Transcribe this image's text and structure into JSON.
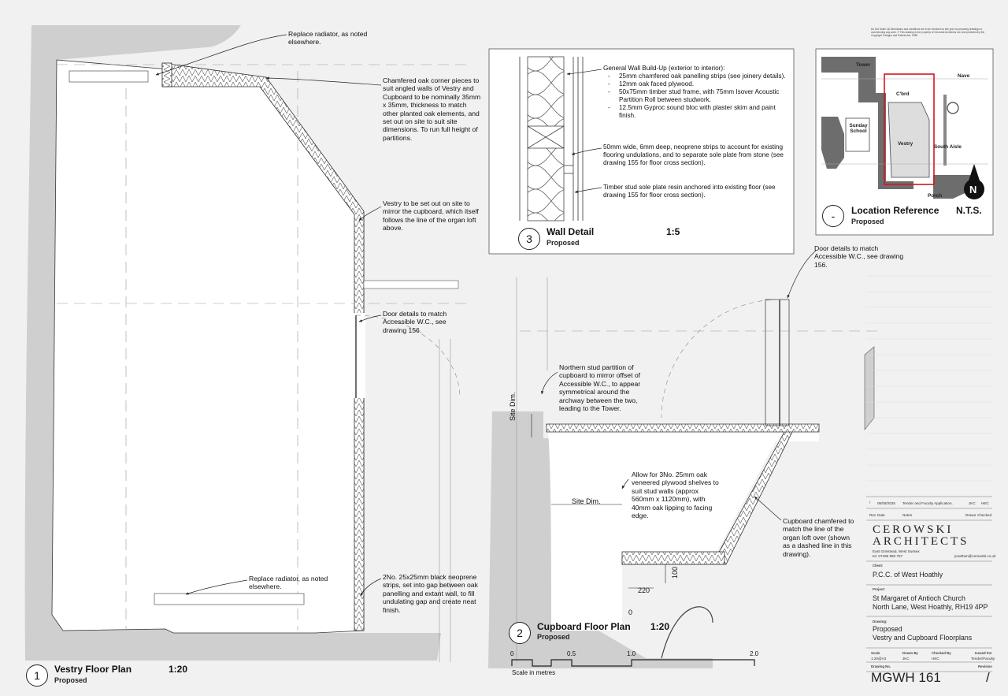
{
  "sheet_note": "Do Not Scale. All dimensions and conditions are to be checked on site prior to preparing drawings or commencing any work. © This drawing is the property of Cerowski Architects Ltd. and protected by the Copyright, Designs and Patents Act, 1988",
  "views": {
    "vestry": {
      "number": "1",
      "title": "Vestry Floor Plan",
      "scale": "1:20",
      "status": "Proposed"
    },
    "cupboard": {
      "number": "2",
      "title": "Cupboard Floor Plan",
      "scale": "1:20",
      "status": "Proposed"
    },
    "wall": {
      "number": "3",
      "title": "Wall Detail",
      "scale": "1:5",
      "status": "Proposed"
    },
    "location": {
      "number": "-",
      "title": "Location Reference",
      "scale": "N.T.S.",
      "status": "Proposed"
    }
  },
  "notes": {
    "radiator_top": "Replace radiator, as noted elsewhere.",
    "chamfered": "Chamfered oak corner pieces to suit angled walls of Vestry and Cupboard to be nominally 35mm x 35mm, thickness to match other planted oak elements, and set out on site to suit site dimensions.  To run full height of partitions.",
    "vestry_setout": "Vestry to be set out on site to mirror the cupboard, which itself follows the line of the organ loft above.",
    "door_left": "Door details to match Accessible W.C., see drawing 156.",
    "radiator_bottom": "Replace radiator, as noted elsewhere.",
    "neoprene_strips": "2No. 25x25mm black neoprene strips, set into gap between oak panelling and extant wall, to fill undulating gap and create neat finish.",
    "door_right": "Door details to match Accessible W.C., see drawing 156.",
    "northern_stud": "Northern stud partition of cupboard to mirror offset of Accessible W.C., to appear symmetrical around the archway between the two, leading to the Tower.",
    "shelves": "Allow for 3No. 25mm oak veneered plywood shelves to suit stud walls (approx 560mm x 1120mm), with 40mm oak lipping to facing edge.",
    "cupboard_chamfer": "Cupboard chamfered to match the line of the organ loft over (shown as a dashed line in this drawing).",
    "wall_buildup_title": "General Wall Build-Up (exterior to interior):",
    "wall_buildup_items": [
      "25mm chamfered oak panelling strips (see joinery details).",
      "12mm oak faced plywood.",
      "50x75mm timber stud frame, with 75mm Isover Acoustic Partition Roll between studwork.",
      "12.5mm Gyproc sound bloc with plaster skim and paint finish."
    ],
    "neoprene_floor": "50mm wide, 6mm deep, neoprene strips to account for existing flooring undulations, and to separate sole plate from stone (see drawing 155 for floor cross section).",
    "sole_plate": "Timber stud sole plate resin anchored into existing floor (see drawing 155 for floor cross section)."
  },
  "dimensions": {
    "site_dim_vertical": "Site Dim.",
    "site_dim_horizontal": "Site Dim.",
    "d220": "220",
    "d100": "100",
    "d0": "0"
  },
  "scale_bar": {
    "ticks": [
      "0",
      "0.5",
      "1.0",
      "2.0"
    ],
    "label": "Scale in metres"
  },
  "location_labels": {
    "tower": "Tower",
    "nave": "Nave",
    "cbrd": "C'brd",
    "sunday_school": "Sunday School",
    "vestry": "Vestry",
    "south_aisle": "South Aisle",
    "porch": "Porch",
    "north": "N"
  },
  "title_block": {
    "revision_row": {
      "rev": "/",
      "date": "06/08/2025",
      "notes": "Tender and Faculty Application.",
      "drawn": "JKC",
      "checked": "HEC"
    },
    "revision_headers": {
      "rev": "Rev",
      "date": "Date",
      "notes": "Notes",
      "drawn": "Drawn",
      "checked": "Checked"
    },
    "firm_line1": "CEROWSKI",
    "firm_line2": "ARCHITECTS",
    "firm_address": "East Grinstead, West Sussex",
    "firm_tel": "tel. 07495 980 757",
    "firm_email": "jonathan@cerowski.co.uk",
    "client_label": "Client:",
    "client": "P.C.C. of West Hoathly",
    "project_label": "Project:",
    "project_line1": "St Margaret of Antioch Church",
    "project_line2": "North Lane, West Hoathly, RH19 4PP",
    "drawing_label": "Drawing:",
    "drawing_line1": "Proposed",
    "drawing_line2": "Vestry and Cupboard Floorplans",
    "meta_headers": {
      "scale": "Scale",
      "drawn_by": "Drawn By",
      "checked_by": "Checked By",
      "issued_for": "Issued For"
    },
    "meta_values": {
      "scale": "1:20@A3",
      "drawn_by": "JKC",
      "checked_by": "HEC",
      "issued_for": "Tender/Faculty"
    },
    "drawing_no_label": "Drawing No.",
    "revision_label": "Revision",
    "drawing_no": "MGWH 161",
    "revision": "/"
  }
}
